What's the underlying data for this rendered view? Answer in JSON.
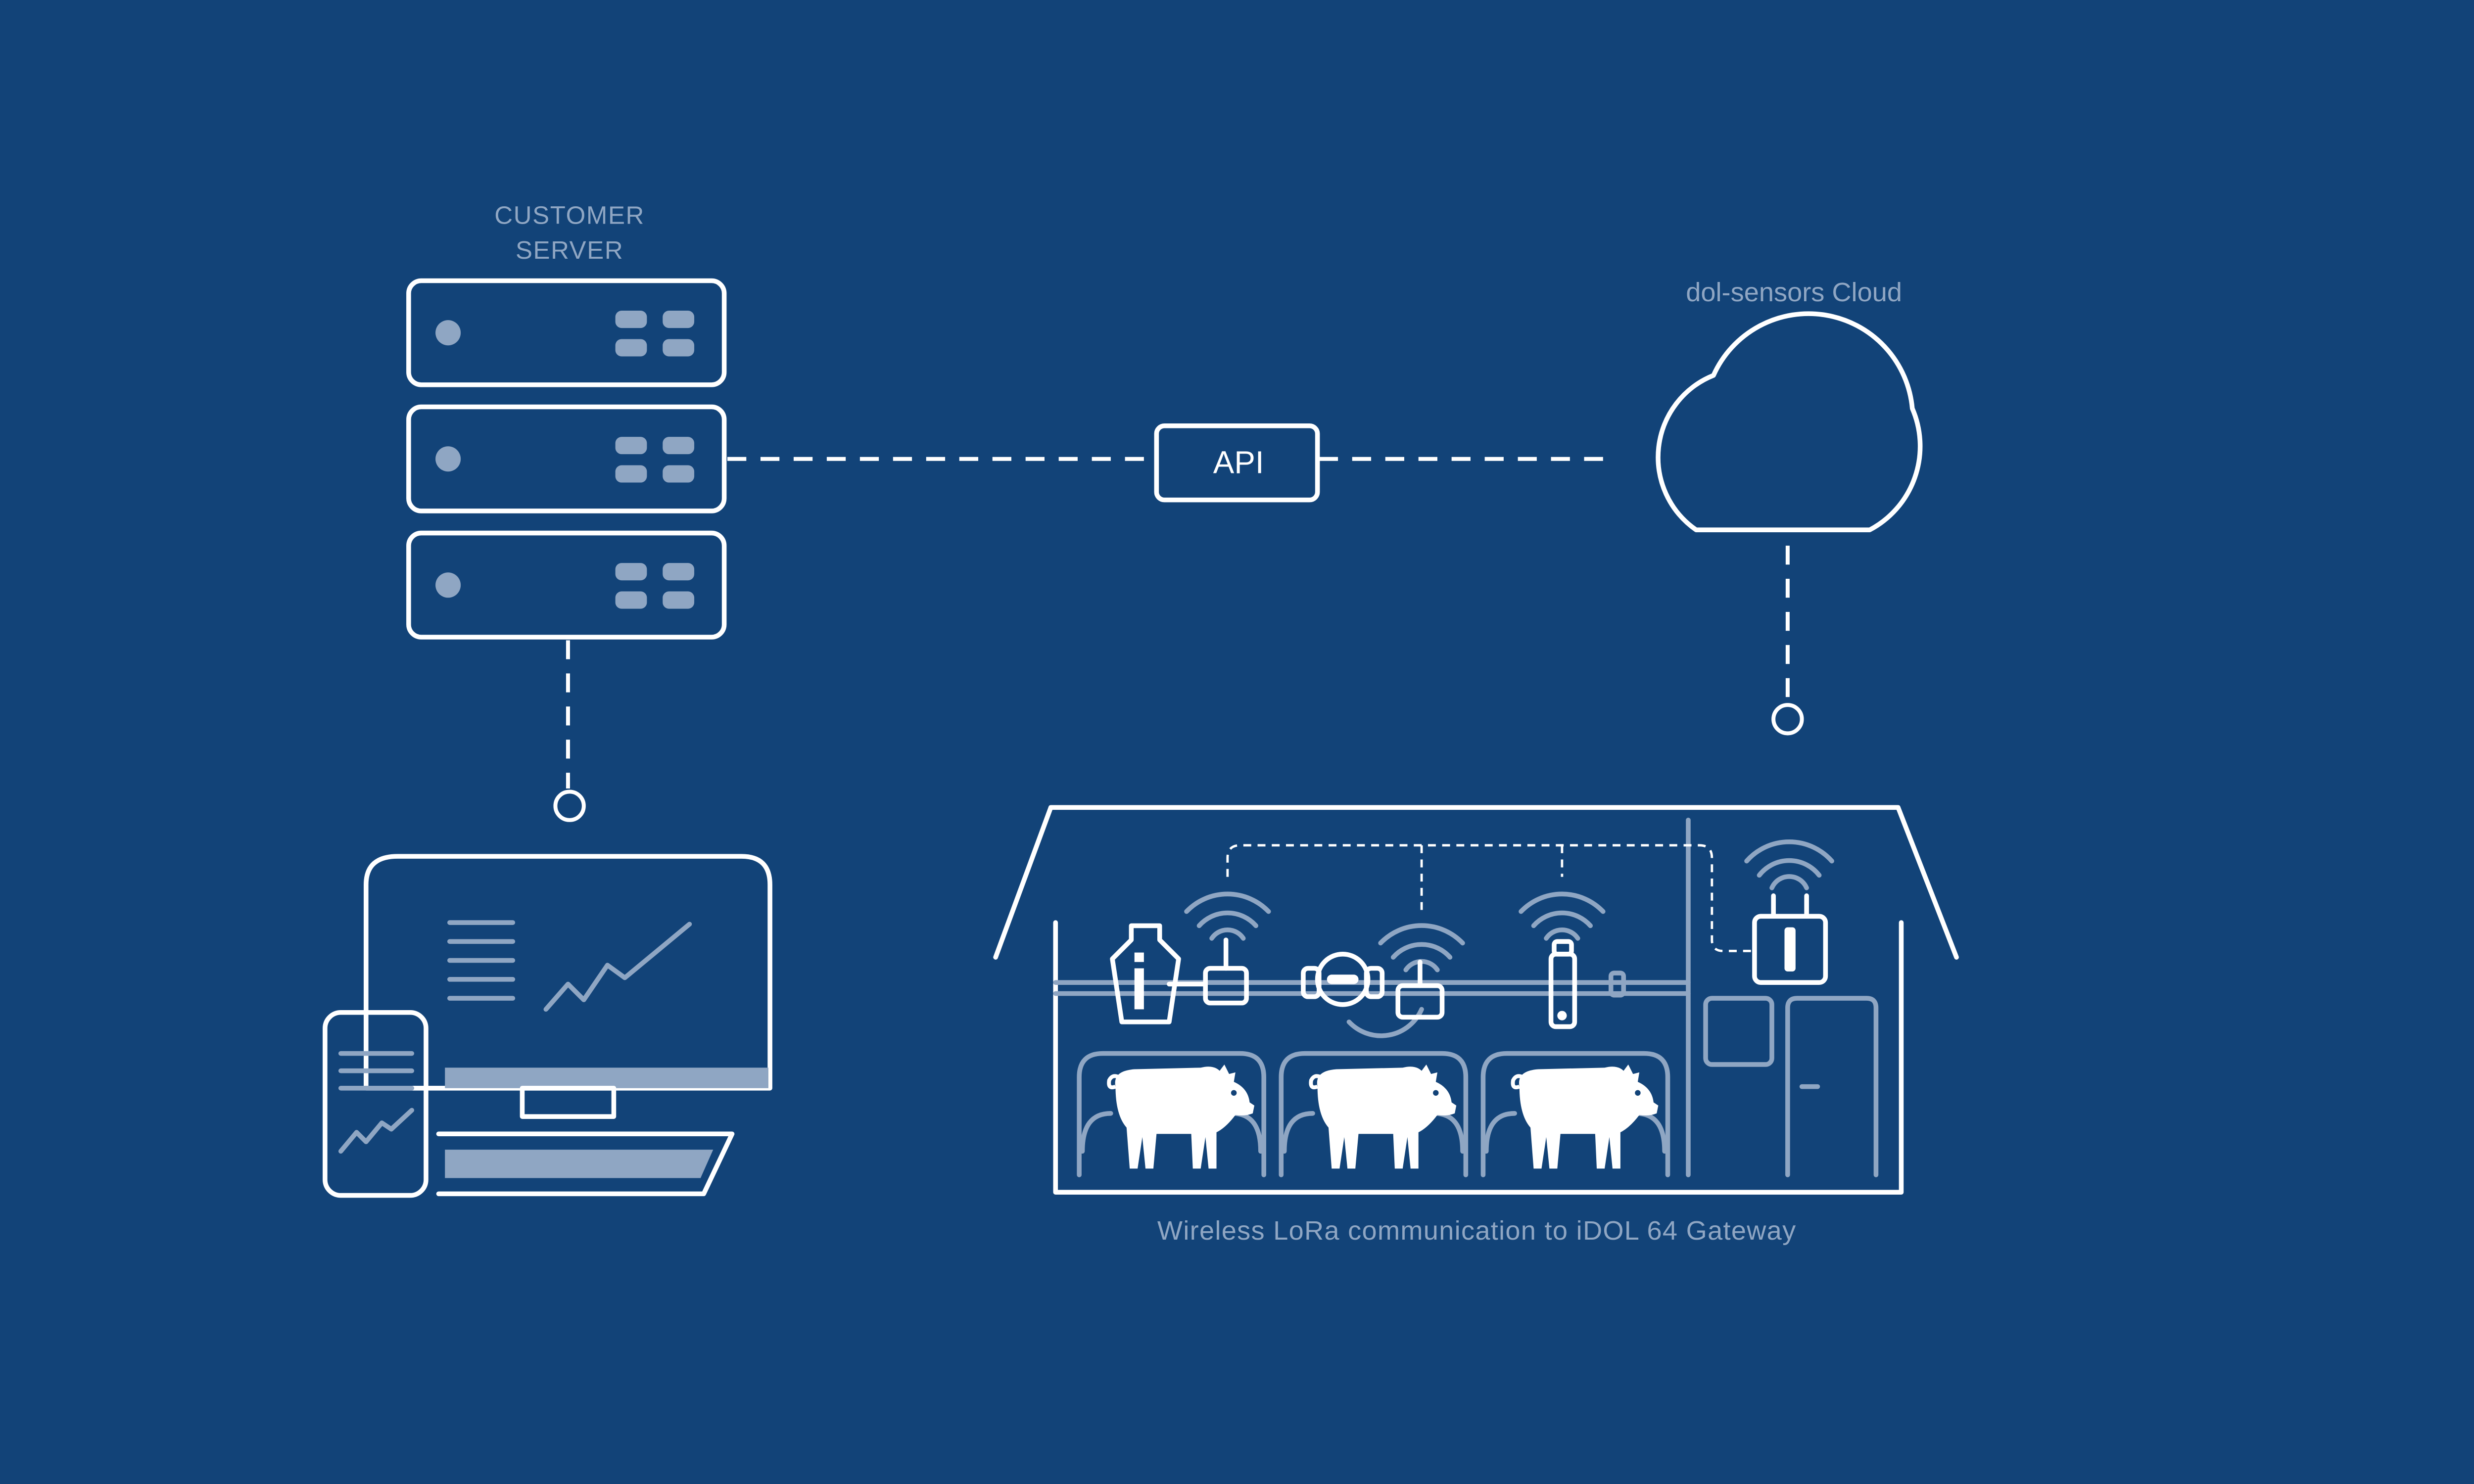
{
  "labels": {
    "customer_server_line1": "CUSTOMER",
    "customer_server_line2": "SERVER",
    "cloud": "dol-sensors Cloud",
    "api": "API",
    "barn_caption": "Wireless LoRa communication to iDOL 64 Gateway"
  },
  "colors": {
    "background": "#124378",
    "line": "#ffffff",
    "accent": "#8fa6c3"
  },
  "icons": [
    "server-stack-icon",
    "cloud-icon",
    "desktop-monitor-icon",
    "smartphone-icon",
    "keyboard-icon",
    "barn-icon",
    "pig-icon",
    "sensor-icon",
    "wifi-signal-icon",
    "gateway-icon"
  ]
}
